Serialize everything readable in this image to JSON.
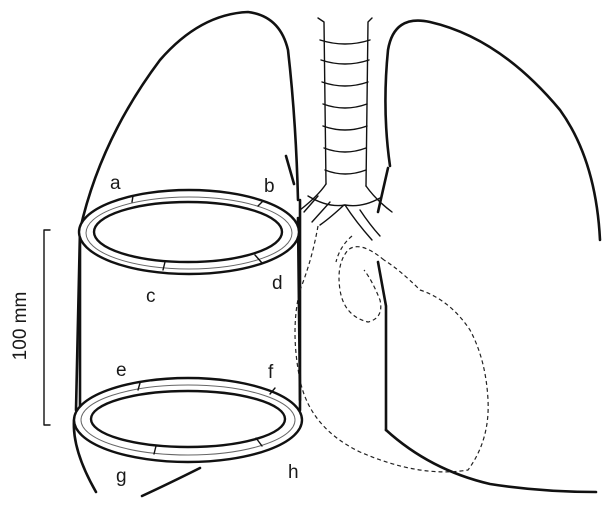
{
  "labels": {
    "a": "a",
    "b": "b",
    "c": "c",
    "d": "d",
    "e": "e",
    "f": "f",
    "g": "g",
    "h": "h"
  },
  "scale_bar": {
    "label": "100 mm"
  }
}
